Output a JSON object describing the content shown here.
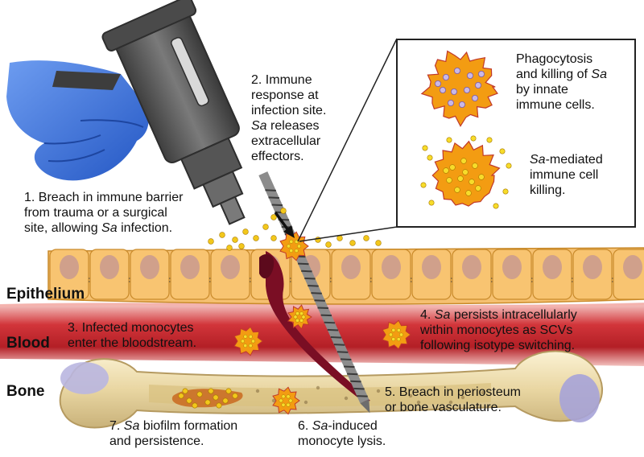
{
  "tissues": {
    "epithelium": "Epithelium",
    "blood": "Blood",
    "bone": "Bone"
  },
  "steps": [
    {
      "num": "1.",
      "lines": [
        [
          {
            "t": "Breach in immune barrier"
          }
        ],
        [
          {
            "t": "from trauma or a surgical"
          }
        ],
        [
          {
            "t": "site, allowing "
          },
          {
            "t": "Sa",
            "i": true
          },
          {
            "t": " infection."
          }
        ]
      ]
    },
    {
      "num": "2.",
      "lines": [
        [
          {
            "t": "Immune"
          }
        ],
        [
          {
            "t": "response at"
          }
        ],
        [
          {
            "t": "infection site."
          }
        ],
        [
          {
            "t": "Sa",
            "i": true
          },
          {
            "t": " releases"
          }
        ],
        [
          {
            "t": "extracellular"
          }
        ],
        [
          {
            "t": "effectors."
          }
        ]
      ]
    },
    {
      "num": "3.",
      "lines": [
        [
          {
            "t": "Infected monocytes"
          }
        ],
        [
          {
            "t": "enter the bloodstream."
          }
        ]
      ]
    },
    {
      "num": "4.",
      "lines": [
        [
          {
            "t": "Sa",
            "i": true
          },
          {
            "t": " persists intracellularly"
          }
        ],
        [
          {
            "t": "within monocytes as SCVs"
          }
        ],
        [
          {
            "t": "following isotype switching."
          }
        ]
      ]
    },
    {
      "num": "5.",
      "lines": [
        [
          {
            "t": "Breach in periosteum"
          }
        ],
        [
          {
            "t": "or bone vasculature."
          }
        ]
      ]
    },
    {
      "num": "6.",
      "lines": [
        [
          {
            "t": "Sa",
            "i": true
          },
          {
            "t": "-induced"
          }
        ],
        [
          {
            "t": "monocyte lysis."
          }
        ]
      ]
    },
    {
      "num": "7.",
      "lines": [
        [
          {
            "t": "Sa",
            "i": true
          },
          {
            "t": " biofilm formation"
          }
        ],
        [
          {
            "t": "and persistence."
          }
        ]
      ]
    }
  ],
  "inset": {
    "items": [
      {
        "lines": [
          [
            {
              "t": "Phagocytosis"
            }
          ],
          [
            {
              "t": "and killing of "
            },
            {
              "t": "Sa",
              "i": true
            }
          ],
          [
            {
              "t": "by innate"
            }
          ],
          [
            {
              "t": "immune cells."
            }
          ]
        ]
      },
      {
        "lines": [
          [
            {
              "t": "Sa",
              "i": true
            },
            {
              "t": "-mediated"
            }
          ],
          [
            {
              "t": "immune cell"
            }
          ],
          [
            {
              "t": "killing."
            }
          ]
        ]
      }
    ]
  },
  "colors": {
    "glove": "#3a6fd8",
    "drill": "#5b5b5b",
    "cell_fill": "#f8c471",
    "cell_nucleus": "#c99a8f",
    "blood": "#c0262c",
    "bone": "#efe0b0",
    "bacteria": "#f2c71b",
    "immune_cell": "#f39c12"
  }
}
